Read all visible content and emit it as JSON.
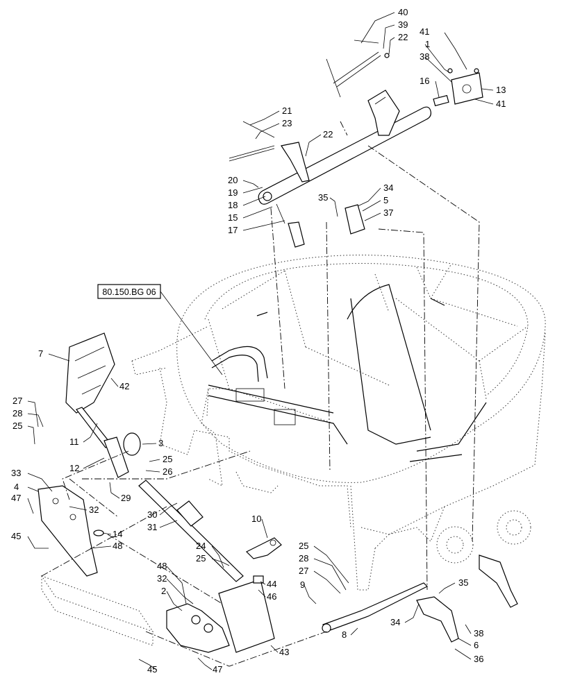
{
  "diagram": {
    "reference_box": {
      "label": "80.150.BG 06"
    },
    "callouts": [
      "40",
      "39",
      "22",
      "41",
      "1",
      "38",
      "13",
      "16",
      "41",
      "21",
      "23",
      "22",
      "20",
      "19",
      "18",
      "15",
      "17",
      "35",
      "34",
      "5",
      "37",
      "7",
      "42",
      "27",
      "28",
      "25",
      "11",
      "3",
      "12",
      "25",
      "26",
      "29",
      "33",
      "4",
      "47",
      "32",
      "30",
      "31",
      "14",
      "48",
      "45",
      "10",
      "24",
      "25",
      "25",
      "28",
      "27",
      "9",
      "8",
      "44",
      "46",
      "48",
      "32",
      "2",
      "43",
      "45",
      "47",
      "35",
      "34",
      "38",
      "6",
      "36"
    ]
  }
}
